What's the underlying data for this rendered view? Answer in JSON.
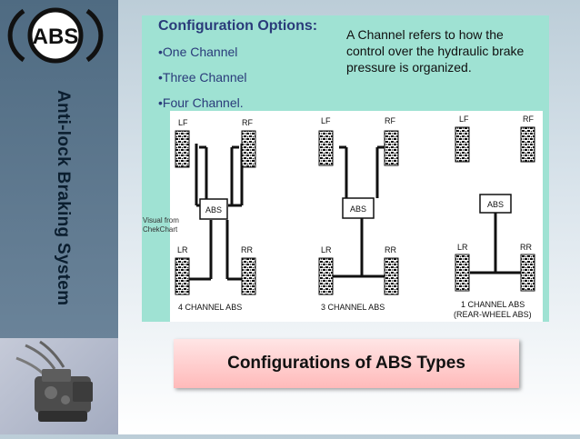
{
  "logo": {
    "text": "ABS"
  },
  "sidebar": {
    "title": "Anti-lock Braking System"
  },
  "options": {
    "heading": "Configuration Options:",
    "items": [
      "•One Channel",
      "•Three Channel",
      "•Four Channel."
    ]
  },
  "definition": {
    "lines": [
      "A Channel  refers to how the",
      "control over the hydraulic brake",
      "pressure is organized."
    ]
  },
  "credit": {
    "line1": "Visual from",
    "line2": "ChekChart"
  },
  "diagrams": [
    {
      "wheels": [
        "LF",
        "RF",
        "LR",
        "RR"
      ],
      "module": "ABS",
      "caption": [
        "4 CHANNEL ABS"
      ]
    },
    {
      "wheels": [
        "LF",
        "RF",
        "LR",
        "RR"
      ],
      "module": "ABS",
      "caption": [
        "3 CHANNEL ABS"
      ]
    },
    {
      "wheels": [
        "LF",
        "RF",
        "LR",
        "RR"
      ],
      "module": "ABS",
      "caption": [
        "1 CHANNEL ABS",
        "(REAR-WHEEL ABS)"
      ]
    }
  ],
  "caption": {
    "text": "Configurations of ABS Types"
  },
  "colors": {
    "sidebar": "#5a7890",
    "panel": "#9fe2d3",
    "heading": "#2a3b7a",
    "caption_bg": "#ffc7c7"
  }
}
